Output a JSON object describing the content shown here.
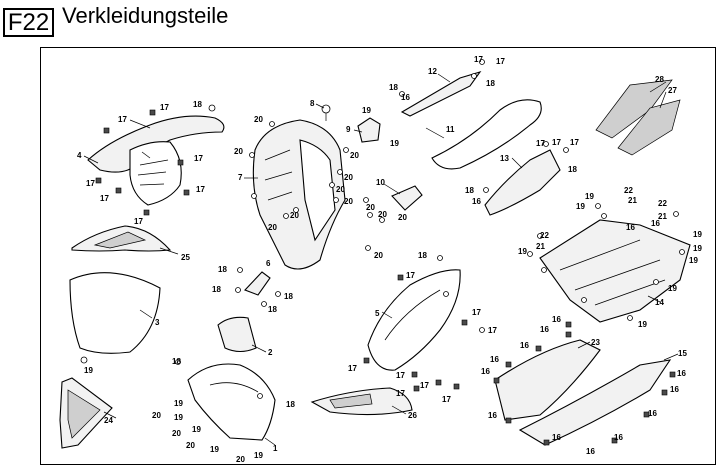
{
  "header": {
    "code": "F22",
    "title": "Verkleidungsteile"
  },
  "diagram": {
    "labels": {
      "c1": "1",
      "c2": "2",
      "c3": "3",
      "c4": "4",
      "c5": "5",
      "c6": "6",
      "c7": "7",
      "c8": "8",
      "c9": "9",
      "c10": "10",
      "c11": "11",
      "c12": "12",
      "c13": "13",
      "c14": "14",
      "c15": "15",
      "c16": "16",
      "c17": "17",
      "c18": "18",
      "c19": "19",
      "c20": "20",
      "c21": "21",
      "c22": "22",
      "c23": "23",
      "c24": "24",
      "c25": "25",
      "c26": "26",
      "c27": "27",
      "c28": "28"
    }
  }
}
